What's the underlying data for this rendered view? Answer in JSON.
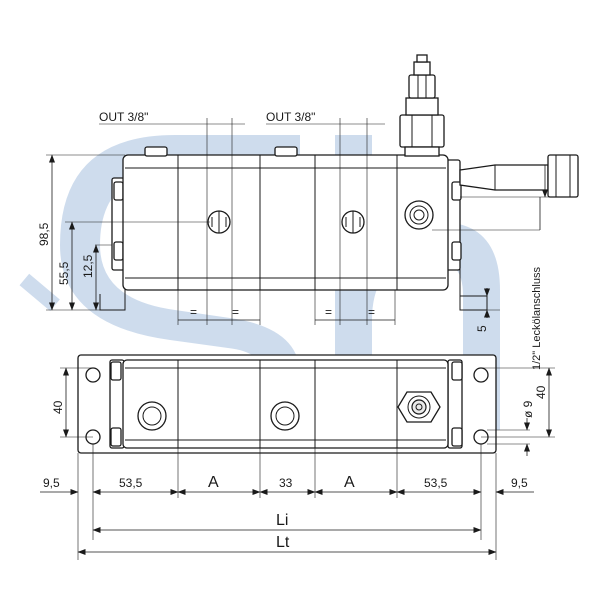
{
  "labels": {
    "out_left": "OUT 3/8\"",
    "out_right": "OUT 3/8\"",
    "height_total": "98,5",
    "height_55": "55,5",
    "height_12": "12,5",
    "height_5": "5",
    "leak_port": "1/2\" Leckölanschluss",
    "eq": "=",
    "width_40_left": "40",
    "width_40_right": "40",
    "hole_dia": "ø 9",
    "seg_9_5_left": "9,5",
    "seg_53_5_left": "53,5",
    "seg_A_left": "A",
    "seg_33": "33",
    "seg_A_right": "A",
    "seg_53_5_right": "53,5",
    "seg_9_5_right": "9,5",
    "inner_length": "Li",
    "total_length": "Lt"
  },
  "colors": {
    "watermark": "#c6d6ea",
    "line": "#1a1a1a"
  }
}
